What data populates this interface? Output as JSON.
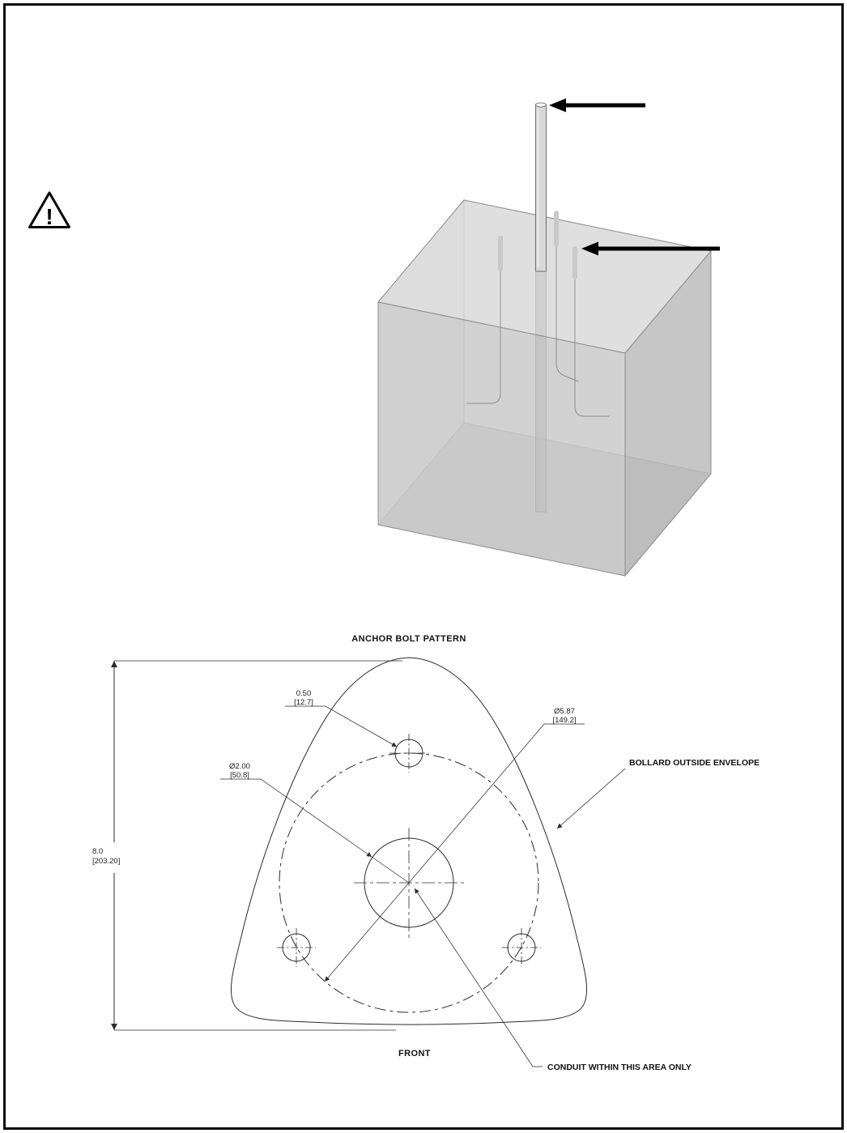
{
  "page": {
    "background": "#ffffff",
    "border_color": "#0a0a0a"
  },
  "colors": {
    "drawing_line": "#2b2b2b",
    "arrow": "#000000",
    "concrete_top": "#cfcfcf",
    "concrete_front": "#bcbcbc",
    "concrete_side": "#a9a9a9",
    "steel_rod": "#7f7f7f",
    "steel_tip": "#c9c9c9",
    "conduit": "#d8d8d8"
  },
  "warning": {
    "symbol": "!"
  },
  "drawing": {
    "title": "ANCHOR BOLT PATTERN",
    "front_label": "FRONT",
    "dim_bolt_hole": {
      "line1": "0.50",
      "line2": "[12.7]"
    },
    "dim_conduit_dia": {
      "line1": "Ø2.00",
      "line2": "[50.8]"
    },
    "dim_bolt_circle_dia": {
      "line1": "Ø5.87",
      "line2": "[149.2]"
    },
    "dim_height": {
      "line1": "8.0",
      "line2": "[203.20]"
    },
    "note_envelope": "BOLLARD OUTSIDE ENVELOPE",
    "note_conduit": "CONDUIT WITHIN THIS AREA ONLY"
  }
}
